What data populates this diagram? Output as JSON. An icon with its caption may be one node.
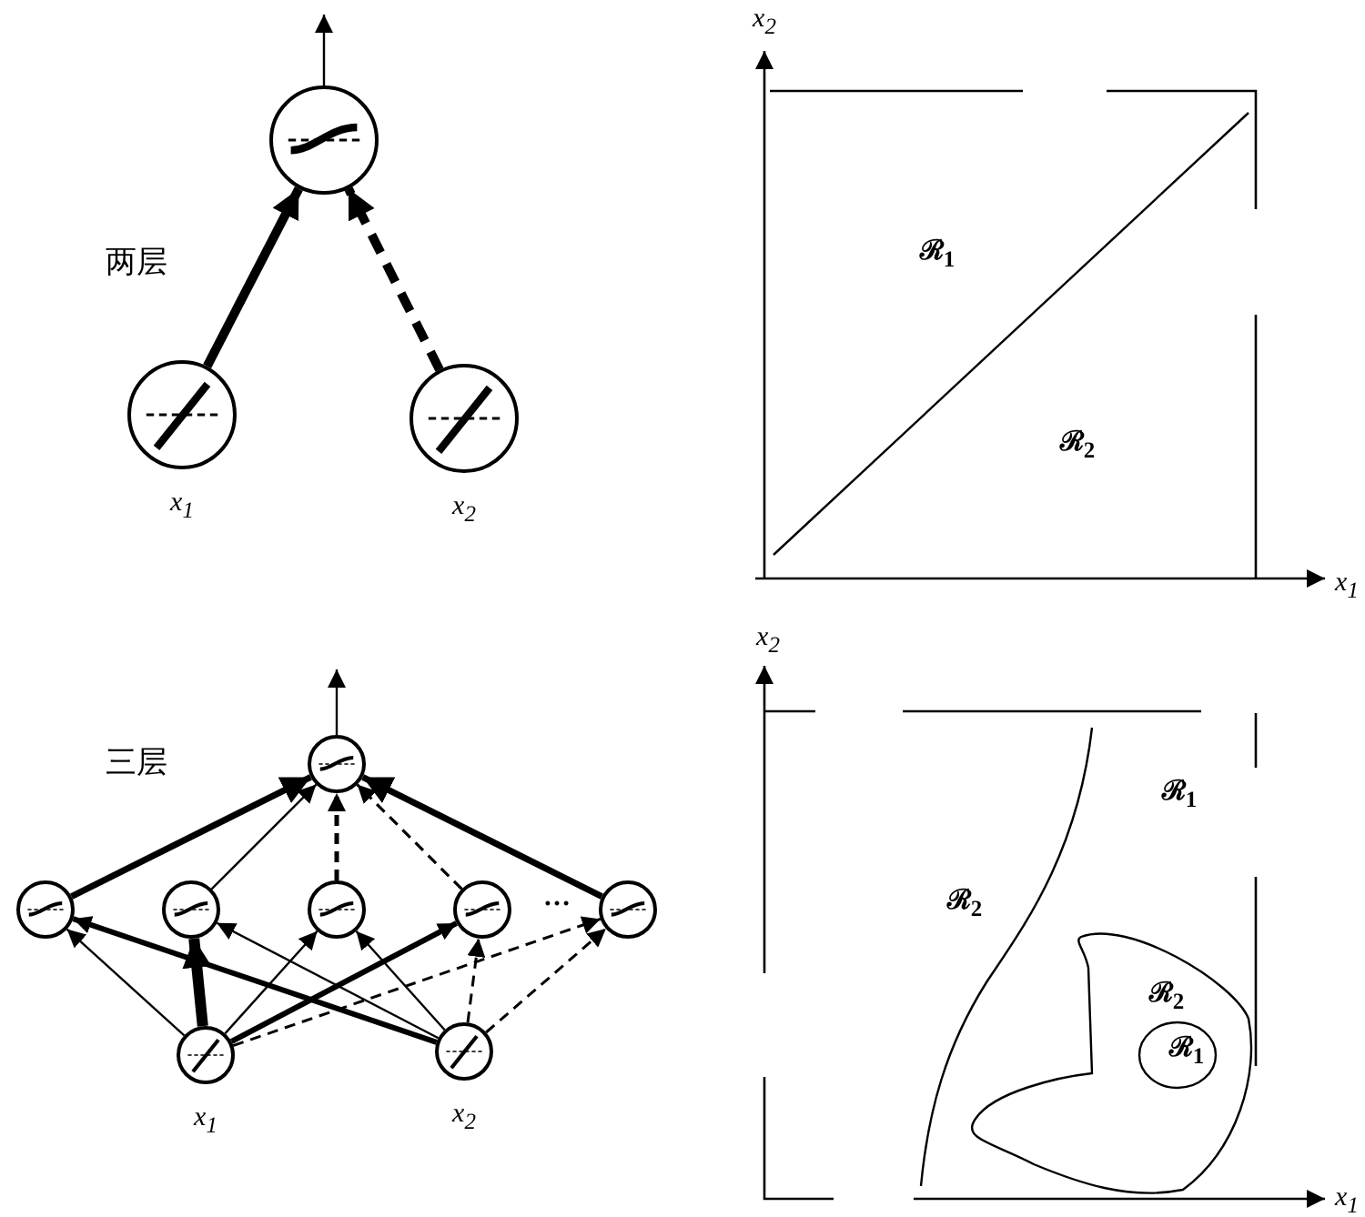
{
  "diagram": {
    "nodes": [
      {
        "text": [],
        "shape": "circle"
      },
      {
        "text": [],
        "shape": "circle",
        "beside": [
          "x$_{1}$"
        ]
      },
      {
        "text": [],
        "shape": "circle",
        "beside": [
          "x$_{2}$"
        ]
      },
      {
        "text": [],
        "shape": "circle"
      },
      {
        "text": [],
        "shape": "circle"
      },
      {
        "text": [],
        "shape": "circle"
      },
      {
        "text": [],
        "shape": "circle"
      },
      {
        "text": [],
        "shape": "circle"
      },
      {
        "text": [],
        "shape": "circle"
      },
      {
        "text": [],
        "shape": "circle",
        "beside": [
          "x$_{1}$"
        ]
      },
      {
        "text": [],
        "shape": "circle",
        "beside": [
          "x$_{2}$"
        ]
      }
    ],
    "edges": [
      {
        "from": 1,
        "to": 0,
        "arrow": "to",
        "style": "thick"
      },
      {
        "from": 2,
        "to": 0,
        "arrow": "to",
        "style": "dashed"
      },
      {
        "from": 0,
        "to": null,
        "arrow": "to"
      },
      {
        "from": 4,
        "to": 3,
        "arrow": "to",
        "style": "thick"
      },
      {
        "from": 5,
        "to": 3,
        "arrow": "to"
      },
      {
        "from": 6,
        "to": 3,
        "arrow": "to",
        "style": "dashed"
      },
      {
        "from": 7,
        "to": 3,
        "arrow": "to",
        "style": "dashed"
      },
      {
        "from": 8,
        "to": 3,
        "arrow": "to",
        "style": "thick"
      },
      {
        "from": 9,
        "to": 4,
        "arrow": "to"
      },
      {
        "from": 9,
        "to": 5,
        "arrow": "to",
        "style": "thick"
      },
      {
        "from": 9,
        "to": 6,
        "arrow": "to"
      },
      {
        "from": 9,
        "to": 7,
        "arrow": "to",
        "style": "thick"
      },
      {
        "from": 9,
        "to": 8,
        "arrow": "to",
        "style": "dashed"
      },
      {
        "from": 10,
        "to": 4,
        "arrow": "to",
        "style": "thick"
      },
      {
        "from": 10,
        "to": 5,
        "arrow": "to"
      },
      {
        "from": 10,
        "to": 6,
        "arrow": "to"
      },
      {
        "from": 10,
        "to": 7,
        "arrow": "to",
        "style": "dashed"
      },
      {
        "from": 10,
        "to": 8,
        "arrow": "to",
        "style": "dashed"
      },
      {
        "from": 3,
        "to": null,
        "arrow": "to"
      }
    ],
    "labels": [
      "两层",
      "x$_{2}$",
      "ℛ$_{1}$",
      "ℛ$_{2}$",
      "x$_{1}$",
      "三层",
      "…",
      "x$_{2}$",
      "ℛ$_{1}$",
      "ℛ$_{2}$",
      "ℛ$_{2}$",
      "ℛ$_{1}$",
      "x$_{1}$"
    ]
  }
}
